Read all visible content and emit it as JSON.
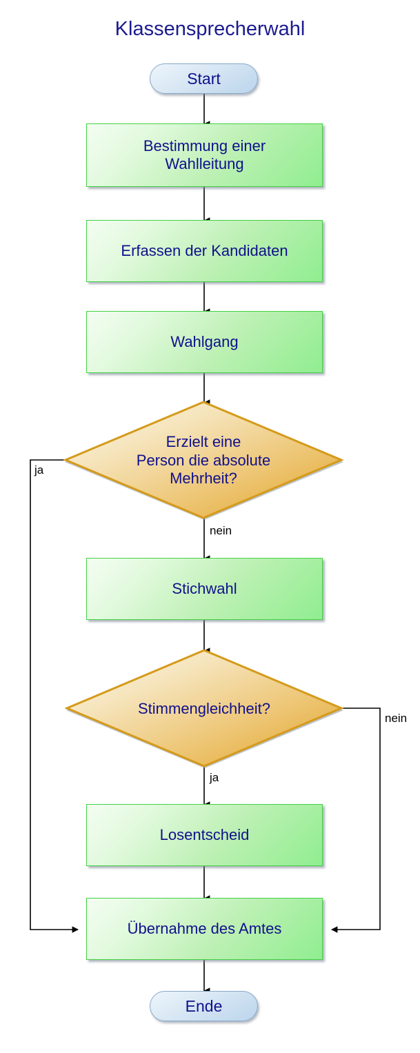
{
  "diagram": {
    "title": "Klassensprecherwahl",
    "type": "flowchart",
    "language": "de",
    "colors": {
      "title_text": "#1b1b8f",
      "node_text": "#10108c",
      "terminator_fill": "#c6dcef",
      "terminator_border": "#86a9c8",
      "process_fill": "#90ee90",
      "process_border": "#43d143",
      "decision_fill": "#e8ab2e",
      "decision_fill_light": "#f6e8c4",
      "decision_border": "#d49a1a",
      "edge_stroke": "#000000",
      "edge_label_text": "#000000",
      "background": "#ffffff"
    },
    "nodes": [
      {
        "id": "start",
        "shape": "terminator",
        "label": "Start"
      },
      {
        "id": "wahlleitung",
        "shape": "process",
        "label": "Bestimmung einer\nWahlleitung",
        "line1": "Bestimmung einer",
        "line2": "Wahlleitung"
      },
      {
        "id": "kandidaten",
        "shape": "process",
        "label": "Erfassen der Kandidaten"
      },
      {
        "id": "wahlgang",
        "shape": "process",
        "label": "Wahlgang"
      },
      {
        "id": "mehrheit",
        "shape": "decision",
        "label": "Erzielt eine Person die absolute Mehrheit?",
        "line1": "Erzielt eine",
        "line2": "Person die absolute",
        "line3": "Mehrheit?"
      },
      {
        "id": "stichwahl",
        "shape": "process",
        "label": "Stichwahl"
      },
      {
        "id": "gleichheit",
        "shape": "decision",
        "label": "Stimmengleichheit?"
      },
      {
        "id": "losentscheid",
        "shape": "process",
        "label": "Losentscheid"
      },
      {
        "id": "uebernahme",
        "shape": "process",
        "label": "Übernahme des Amtes"
      },
      {
        "id": "ende",
        "shape": "terminator",
        "label": "Ende"
      }
    ],
    "edges": [
      {
        "from": "start",
        "to": "wahlleitung",
        "label": ""
      },
      {
        "from": "wahlleitung",
        "to": "kandidaten",
        "label": ""
      },
      {
        "from": "kandidaten",
        "to": "wahlgang",
        "label": ""
      },
      {
        "from": "wahlgang",
        "to": "mehrheit",
        "label": ""
      },
      {
        "from": "mehrheit",
        "to": "uebernahme",
        "label": "ja",
        "side": "left"
      },
      {
        "from": "mehrheit",
        "to": "stichwahl",
        "label": "nein",
        "side": "bottom"
      },
      {
        "from": "stichwahl",
        "to": "gleichheit",
        "label": ""
      },
      {
        "from": "gleichheit",
        "to": "losentscheid",
        "label": "ja",
        "side": "bottom"
      },
      {
        "from": "gleichheit",
        "to": "uebernahme",
        "label": "nein",
        "side": "right"
      },
      {
        "from": "losentscheid",
        "to": "uebernahme",
        "label": ""
      },
      {
        "from": "uebernahme",
        "to": "ende",
        "label": ""
      }
    ],
    "edge_labels": {
      "mehrheit_ja": "ja",
      "mehrheit_nein": "nein",
      "gleichheit_ja": "ja",
      "gleichheit_nein": "nein"
    }
  }
}
